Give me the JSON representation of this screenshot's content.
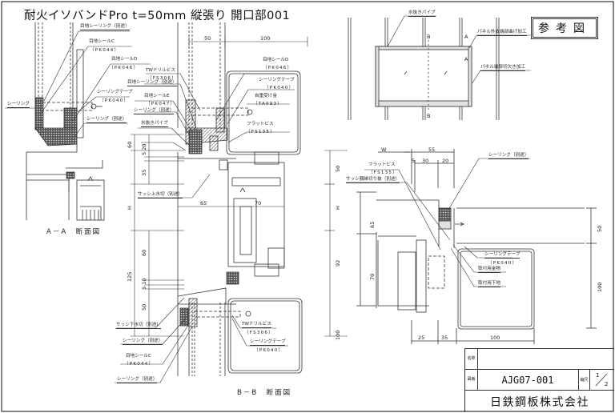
{
  "title": "耐火イソバンドPro t=50mm 縦張り 開口部001",
  "reference_stamp": "参考図",
  "sections": {
    "aa": "A－A　断面図",
    "bb": "B－B　断面図"
  },
  "labels": {
    "joint_sealing_separate": "目地シーリング（別途）",
    "joint_seal_c": "目地シールC",
    "joint_seal_c_code": "（PK044）",
    "joint_seal_d": "目地シールD",
    "joint_seal_d_code": "（PK046）",
    "sealing": "シーリング",
    "sealing_tape": "シーリングテープ",
    "sealing_tape_code": "（PK040）",
    "sealing_separate": "シーリング（別途）",
    "tw_drill_screw": "TWドリルビス",
    "tw_drill_screw_code": "（FS306）",
    "joint_sealing_separate_2": "目地シーリング（別途）",
    "joint_seal_e": "目地シールE",
    "joint_seal_e_code": "（PK047）",
    "sealing_separate_2": "シーリング（別途）",
    "drain_pipe": "水抜きパイプ",
    "joint_seal_d_right": "目地シールD",
    "joint_seal_d_right_code": "（PK046）",
    "sealing_tape_right": "シーリングテープ",
    "sealing_tape_right_code": "（PK040）",
    "self_weight_bracket": "自重受け金",
    "self_weight_bracket_code": "（TA093）",
    "flat_screw": "フラットビス",
    "flat_screw_code": "（FS135）",
    "sash_top_flashing": "サッシ上水切（別途）",
    "sash_bottom_flashing": "サッシ下水切（別途）",
    "bb_sealing_separate_1": "シーリング（別途）",
    "bb_joint_seal_c": "目地シールC",
    "bb_joint_seal_c_code": "（PK044）",
    "bb_sealing_separate_2": "シーリング（別途）",
    "bb_tw_drill_screw": "TWドリルビス",
    "bb_tw_drill_screw_code": "（FS306）",
    "bb_sealing_tape": "シーリングテープ",
    "bb_sealing_tape_code": "（PK040）",
    "elev_drain_pipe": "水抜きパイプ",
    "panel_outer_edge_bend": "パネル外皮端部曲げ加工",
    "panel_edge_notch": "パネル端部切欠き加工",
    "plan_flat_screw": "フラットビス",
    "plan_flat_screw_code": "（FS135）",
    "sash_frame_cut": "サッシ額縁切り抜（別途）",
    "plan_sealing_separate": "シーリング（別途）",
    "plan_sealing_tape": "シーリングテープ",
    "plan_sealing_tape_code": "（PK040）",
    "mounting_hardware": "取付用金物",
    "mounting_base": "取付用下地"
  },
  "marks": {
    "a": "A",
    "b": "B"
  },
  "dimensions": {
    "top_50": "50",
    "top_100": "100",
    "v_60": "60",
    "v_5": "5",
    "v_20": "20",
    "v_35": "35",
    "v_H": "H",
    "v_60b": "60",
    "v_125": "125",
    "v_5b": "5",
    "v_10": "10",
    "v_50": "50",
    "h_65": "65",
    "h_70": "70",
    "r_50": "50",
    "r_H": "H",
    "r_92": "92",
    "r_100": "100",
    "p_W": "W",
    "p_55": "55",
    "p_5": "5",
    "p_30": "30",
    "p_20": "20",
    "p_65": "65",
    "p_70": "70",
    "p_50": "50",
    "p_100": "100",
    "p_25": "25",
    "p_35": "35",
    "p_100b": "100"
  },
  "title_block": {
    "name_header": "名称",
    "name_value": "",
    "drawing_no_header": "図番",
    "drawing_no": "AJG07-001",
    "scale_header": "縮尺",
    "scale_num": "1",
    "scale_den": "2",
    "company": "日鉄鋼板株式会社"
  }
}
